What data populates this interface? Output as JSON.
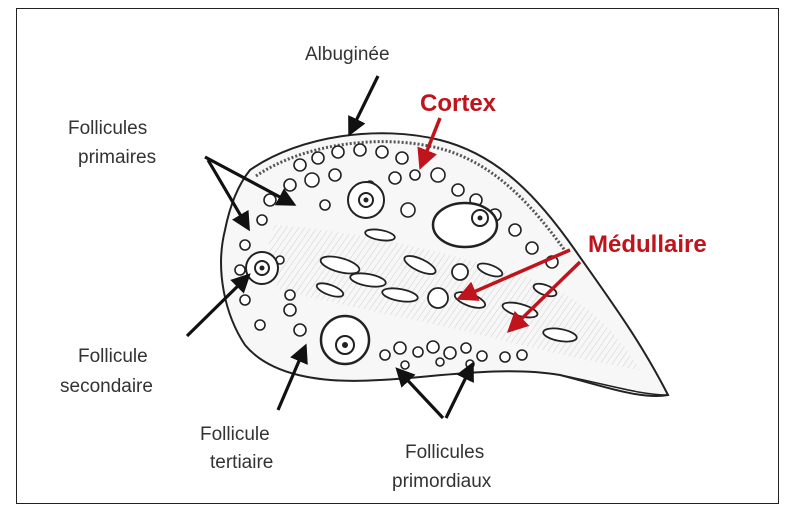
{
  "colors": {
    "label": "#333333",
    "highlight": "#c0141c",
    "ink": "#111111"
  },
  "labels": {
    "albuginee": "Albuginée",
    "cortex": "Cortex",
    "medullaire": "Médullaire",
    "follicules_primaires": [
      "Follicules",
      "primaires"
    ],
    "follicule_secondaire": [
      "Follicule",
      "secondaire"
    ],
    "follicule_tertiaire": [
      "Follicule",
      "tertiaire"
    ],
    "follicules_primordiaux": [
      "Follicules",
      "primordiaux"
    ]
  }
}
